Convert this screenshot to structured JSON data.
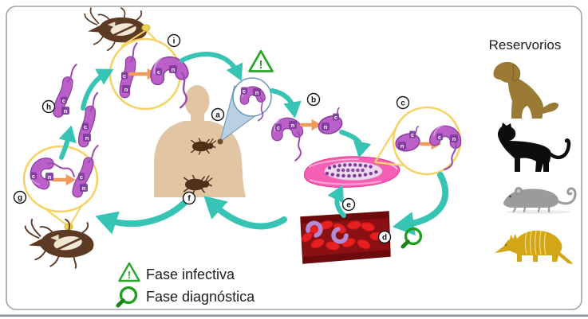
{
  "panel": {
    "title": "Reservorios"
  },
  "legend": {
    "infective": "Fase infectiva",
    "diagnostic": "Fase diagnóstica",
    "warning_glyph": "!"
  },
  "stages": {
    "a": "a",
    "b": "b",
    "c": "c",
    "d": "d",
    "e": "e",
    "f": "f",
    "g": "g",
    "h": "h",
    "i": "i"
  },
  "cell": {
    "n": "n",
    "c": "c"
  },
  "reservoirs": [
    {
      "name": "dog",
      "color": "#9b7a35"
    },
    {
      "name": "cat",
      "color": "#0d0d0d"
    },
    {
      "name": "mouse",
      "color": "#9b9b9b"
    },
    {
      "name": "armadillo",
      "color": "#d2a615"
    }
  ],
  "colors": {
    "cycle_arrow_teal": "#38c4b4",
    "transform_arrow_orange": "#f09a5c",
    "magnifier_circle_yellow": "#f6d367",
    "parasite_purple": "#bb5fc9",
    "infective_green": "#2aa52a",
    "diagnostic_green": "#1f9e1f",
    "human_skin": "#e2c6a3",
    "bug_brown": "#5d3a24",
    "blood_red": "#8b1014",
    "tissue_pink": "#f55fb4"
  }
}
